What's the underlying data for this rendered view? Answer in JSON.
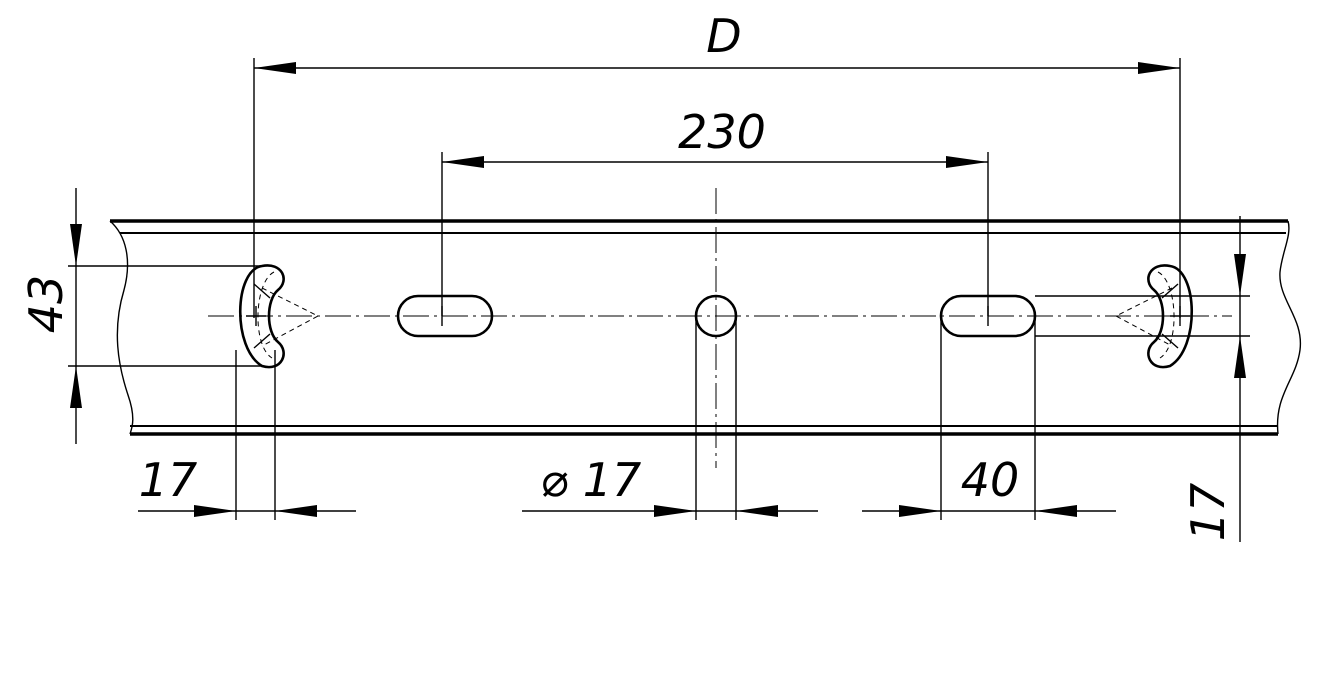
{
  "dimensions": {
    "overall": "D",
    "slot_spacing": "230",
    "slot_height": "43",
    "kidney_width": "17",
    "hole_diameter_symbol": "⌀",
    "hole_diameter": "17",
    "slot_length": "40",
    "rail_height": "17"
  }
}
